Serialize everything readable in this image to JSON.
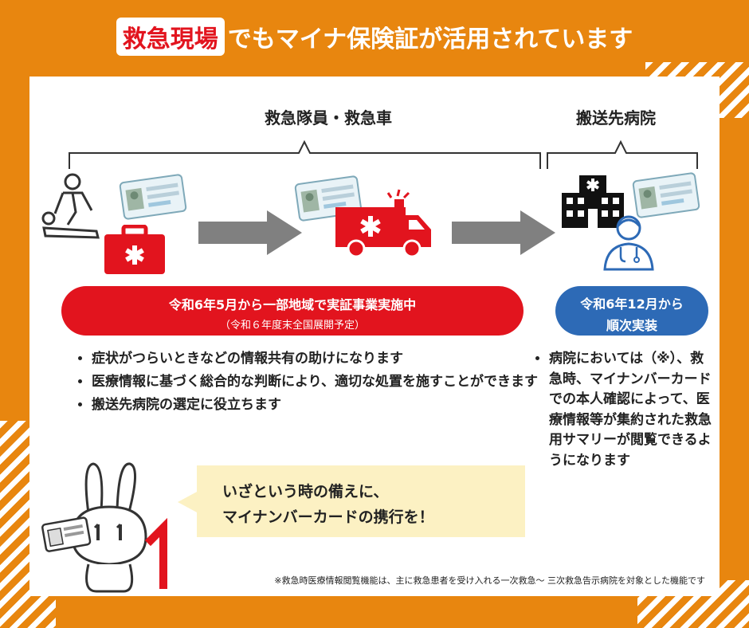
{
  "title": {
    "highlight": "救急現場",
    "rest": "でもマイナ保険証が活用されています"
  },
  "stages": {
    "ems_label": "救急隊員・救急車",
    "hospital_label": "搬送先病院"
  },
  "status": {
    "red_line1": "令和6年5月から一部地域で実証事業実施中",
    "red_line2": "（令和６年度末全国展開予定）",
    "blue_line1": "令和6年12月から",
    "blue_line2": "順次実装"
  },
  "ems_points": [
    "症状がつらいときなどの情報共有の助けになります",
    "医療情報に基づく総合的な判断により、適切な処置を施すことができます",
    "搬送先病院の選定に役立ちます"
  ],
  "hospital_point": "病院においては（※）、救急時、マイナンバーカードでの本人確認によって、医療情報等が集約された救急用サマリーが閲覧できるようになります",
  "mascot_message": {
    "line1": "いざという時の備えに、",
    "line2": "マイナンバーカードの携行を！"
  },
  "footnote": "※救急時医療情報閲覧機能は、主に救急患者を受け入れる一次救急～ 三次救急告示病院を対象とした機能です",
  "colors": {
    "background": "#E8860F",
    "red": "#E2141E",
    "blue": "#2D6AB6",
    "arrow": "#808080",
    "speech_bg": "#FCF1C3"
  },
  "icons": [
    "cpr-person-icon",
    "insurance-card-icon",
    "first-aid-kit-icon",
    "ambulance-icon",
    "hospital-building-icon",
    "doctor-icon",
    "mascot-rabbit-icon",
    "arrow-right-icon"
  ]
}
